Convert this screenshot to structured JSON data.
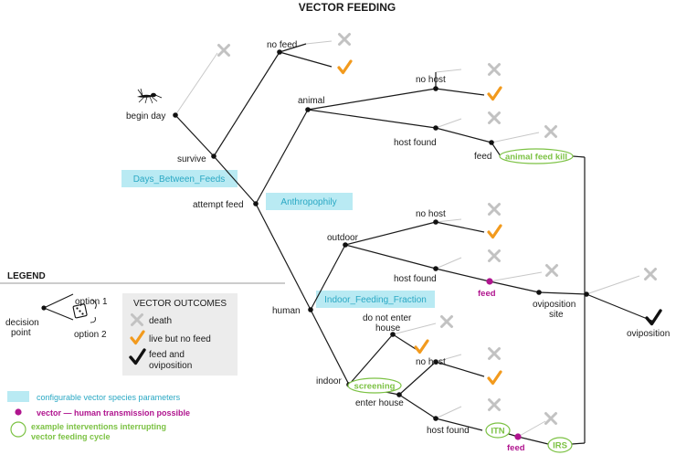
{
  "title": "VECTOR FEEDING",
  "colors": {
    "param_bg": "#b9eaf3",
    "param_text": "#2aa8c4",
    "intervention": "#7cc244",
    "feed_dot": "#b0158f",
    "death_x": "#c2c2c2",
    "live_check": "#f29a1d",
    "feed_check": "#111111",
    "outcomes_box": "#ececec"
  },
  "nodes": {
    "begin_day": "begin day",
    "survive": "survive",
    "no_feed": "no feed",
    "attempt_feed": "attempt feed",
    "animal": "animal",
    "no_host_animal": "no host",
    "host_found_animal": "host found",
    "feed_animal": "feed",
    "human": "human",
    "outdoor": "outdoor",
    "no_host_outdoor": "no host",
    "host_found_outdoor": "host found",
    "feed_outdoor": "feed",
    "oviposition_site_1": "oviposition",
    "oviposition_site_2": "site",
    "oviposition": "oviposition",
    "do_not_enter_1": "do not enter",
    "do_not_enter_2": "house",
    "indoor": "indoor",
    "enter_house": "enter house",
    "no_host_indoor": "no host",
    "host_found_indoor": "host found",
    "feed_indoor": "feed"
  },
  "parameters": {
    "days_between_feeds": "Days_Between_Feeds",
    "anthropophily": "Anthropophily",
    "indoor_feeding_fraction": "Indoor_Feeding_Fraction"
  },
  "interventions": {
    "animal_feed_kill": "animal feed kill",
    "screening": "screening",
    "itn": "ITN",
    "irs": "IRS"
  },
  "legend": {
    "title": "LEGEND",
    "option1": "option 1",
    "option2": "option 2",
    "decision_1": "decision",
    "decision_2": "point",
    "outcomes_title": "VECTOR OUTCOMES",
    "death": "death",
    "live_no_feed": "live but no feed",
    "feed_ovi_1": "feed and",
    "feed_ovi_2": "oviposition",
    "cyan_label": "configurable vector species parameters",
    "purple_label": "vector — human transmission possible",
    "green_label_1": "example interventions interrupting",
    "green_label_2": "vector feeding cycle"
  },
  "icons": {
    "mosquito": "mosquito-icon",
    "dice": "dice-icon",
    "death": "x-mark-icon",
    "live": "orange-check-icon",
    "feed": "black-check-icon"
  }
}
